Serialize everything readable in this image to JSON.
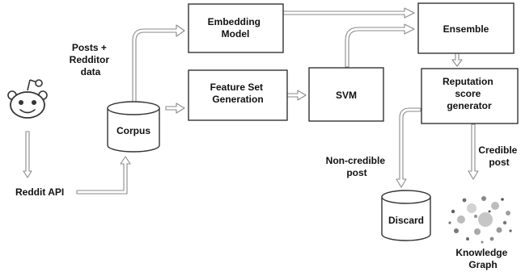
{
  "nodes": {
    "embedding": [
      "Embedding",
      "Model"
    ],
    "feature": [
      "Feature Set",
      "Generation"
    ],
    "svm": [
      "SVM"
    ],
    "ensemble": [
      "Ensemble"
    ],
    "reputation": [
      "Reputation",
      "score",
      "generator"
    ],
    "corpus": [
      "Corpus"
    ],
    "discard": [
      "Discard"
    ],
    "reddit_api": [
      "Reddit API"
    ]
  },
  "edge_labels": {
    "posts": [
      "Posts +",
      "Redditor",
      "data"
    ],
    "non_credible": [
      "Non-credible",
      "post"
    ],
    "credible": [
      "Credible",
      "post"
    ],
    "knowledge_graph": [
      "Knowledge",
      "Graph"
    ]
  },
  "icons": {
    "reddit": "reddit-alien-logo-icon",
    "knowledge_graph": "knowledge-graph-cluster-icon"
  },
  "colors": {
    "box_stroke": "#333333",
    "arrow_stroke": "#8a8a8a",
    "arrow_fill": "#ffffff",
    "text": "#111111"
  }
}
